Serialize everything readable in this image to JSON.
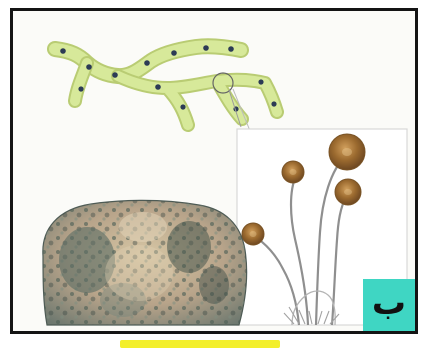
{
  "figure": {
    "label": "ب",
    "colors": {
      "frame": "#141414",
      "label_background": "#3fd6c3",
      "hypha_fill": "#d7e99a",
      "hypha_outline": "#b9cc73",
      "nucleus": "#2c3b55",
      "bread_dark": "#4d5f56",
      "bread_light": "#d7c7a5",
      "sporangium": "#9b6a2f",
      "stalk": "#8f8f8f"
    },
    "illustrations": [
      "hyphae-illustration",
      "mold-colony-illustration",
      "sporangia-illustration"
    ]
  }
}
